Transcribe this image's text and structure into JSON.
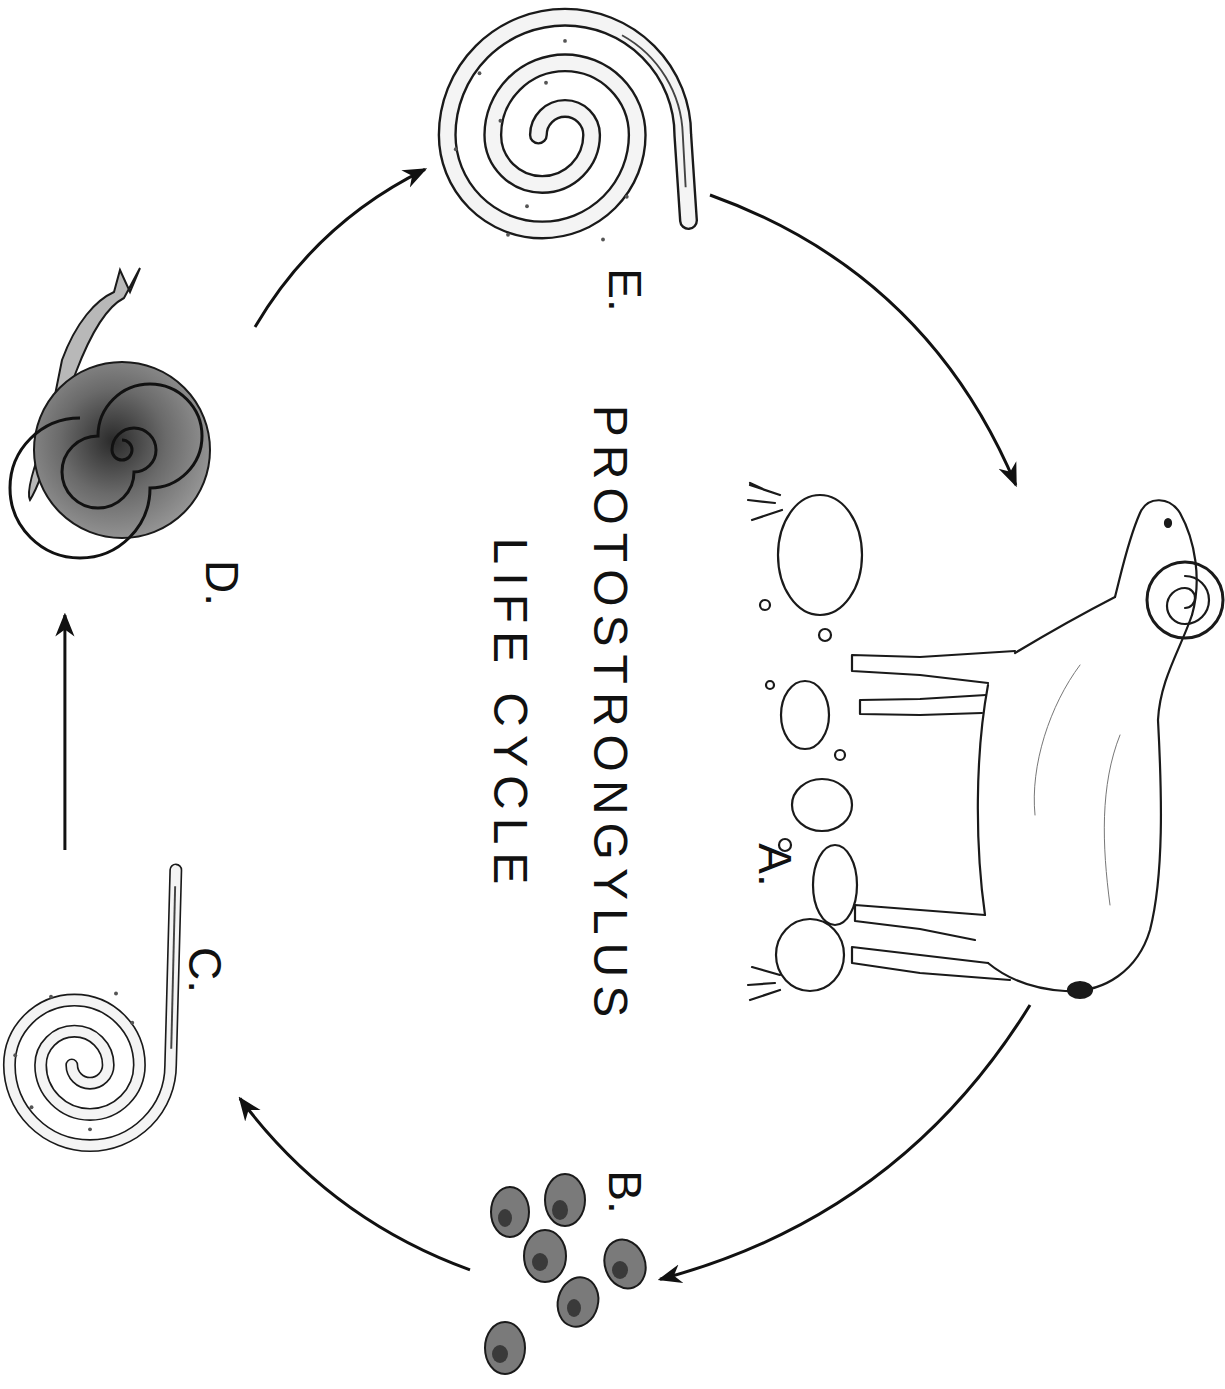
{
  "diagram": {
    "title": "PROTOSTRONGYLUS LIFE CYCLE",
    "nodes": [
      {
        "text": [
          "E."
        ]
      },
      {
        "text": [
          "A."
        ]
      },
      {
        "text": [
          "B."
        ]
      },
      {
        "text": [
          "C."
        ]
      },
      {
        "text": [
          "D."
        ]
      }
    ],
    "edges": [
      {
        "from": 0,
        "to": 1,
        "arrow": "to"
      },
      {
        "from": 1,
        "to": 2,
        "arrow": "to"
      },
      {
        "from": 2,
        "to": 3,
        "arrow": "to"
      },
      {
        "from": 3,
        "to": 4,
        "arrow": "to"
      },
      {
        "from": 4,
        "to": 0,
        "arrow": "to"
      }
    ]
  }
}
